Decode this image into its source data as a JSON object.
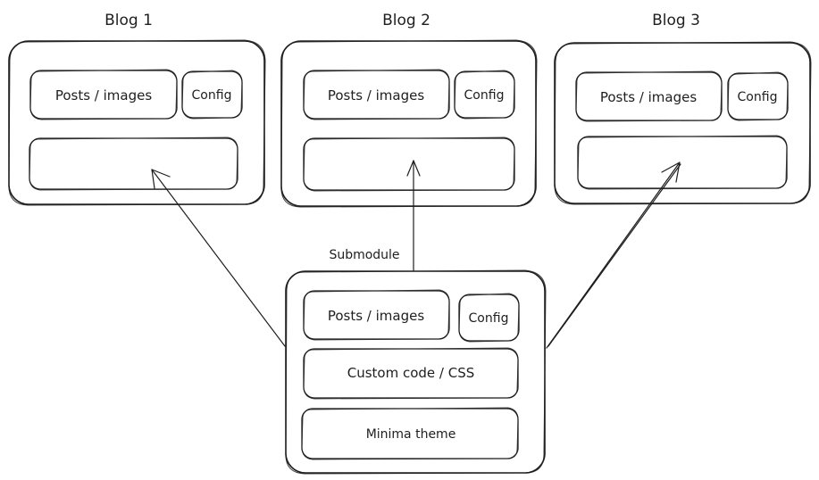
{
  "blogs": [
    {
      "title": "Blog 1",
      "posts_label": "Posts / images",
      "config_label": "Config"
    },
    {
      "title": "Blog 2",
      "posts_label": "Posts / images",
      "config_label": "Config"
    },
    {
      "title": "Blog 3",
      "posts_label": "Posts / images",
      "config_label": "Config"
    }
  ],
  "submodule": {
    "label": "Submodule",
    "posts_label": "Posts / images",
    "config_label": "Config",
    "custom_label": "Custom code / CSS",
    "theme_label": "Minima theme"
  },
  "colors": {
    "stroke": "#1e1e1e",
    "background": "#ffffff"
  }
}
